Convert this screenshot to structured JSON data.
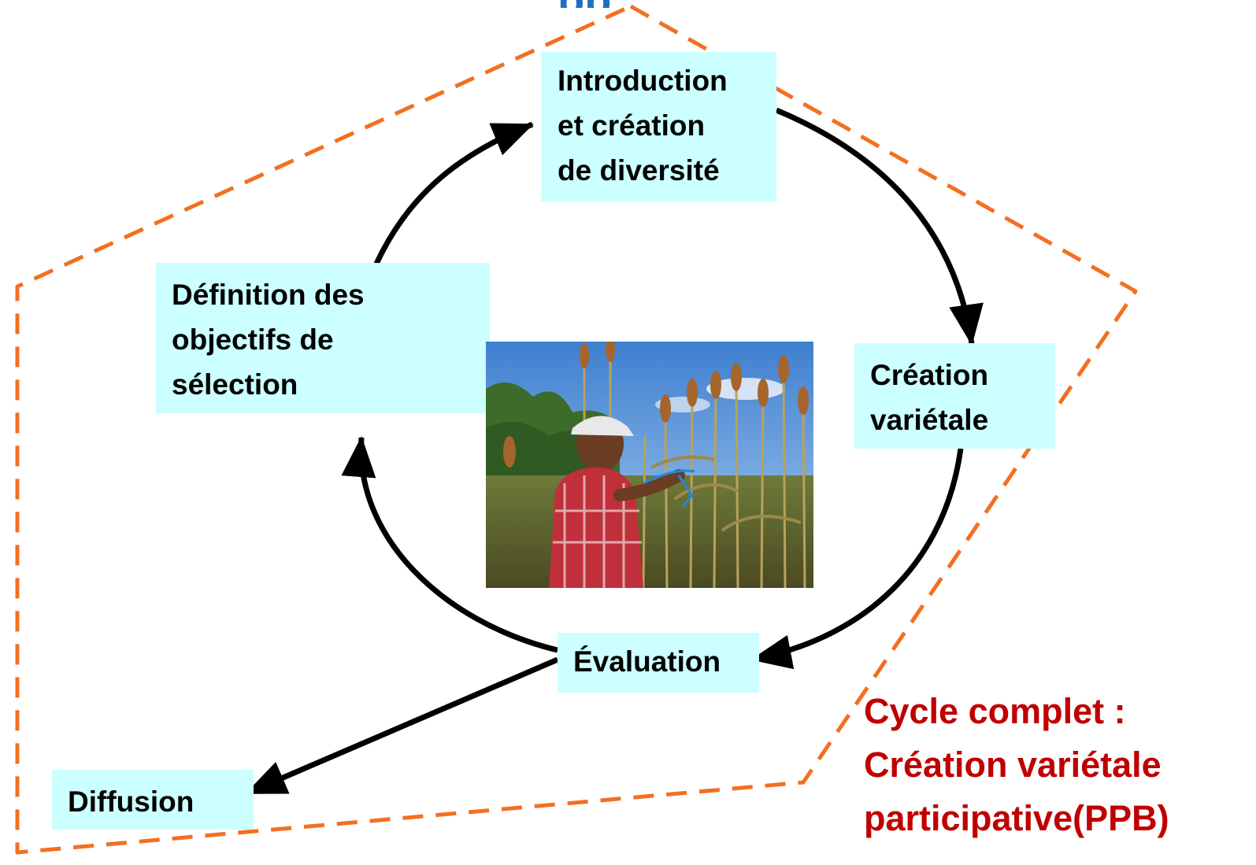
{
  "title_fragment": "pp",
  "stages": {
    "introduction": [
      "Introduction",
      "et création",
      "de diversité"
    ],
    "definition": [
      "Définition des",
      "objectifs de",
      "sélection"
    ],
    "creation": [
      "Création",
      "variétale"
    ],
    "evaluation": "Évaluation",
    "diffusion": "Diffusion"
  },
  "caption": [
    "Cycle complet :",
    "Création variétale",
    "participative(PPB)"
  ],
  "colors": {
    "box_fill": "#ccffff",
    "arrow": "#000000",
    "dashed_outline": "#f36f21",
    "caption": "#c00000",
    "title": "#1f6fbf"
  },
  "photo": {
    "subject": "farmer-in-sorghum-field-photo"
  }
}
